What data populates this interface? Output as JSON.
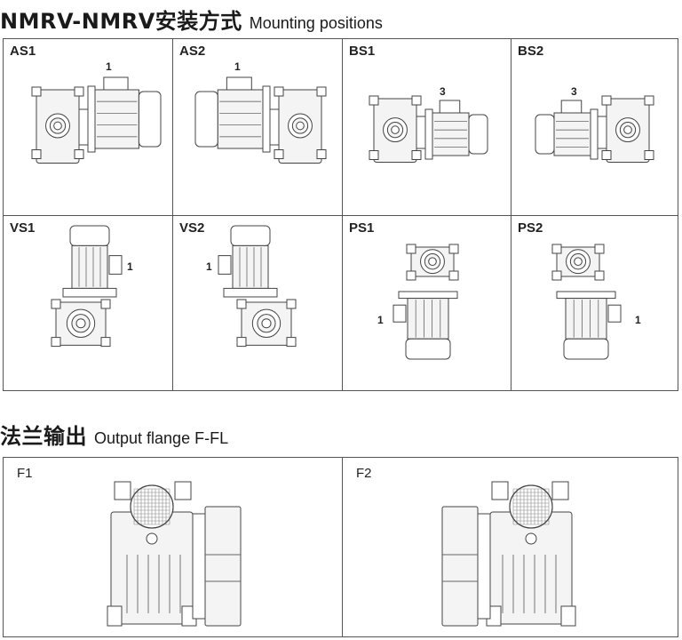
{
  "header": {
    "title_cn": "NMRV-NMRV安装方式",
    "title_en": "Mounting positions"
  },
  "mounting": [
    {
      "label": "AS1",
      "number": "1"
    },
    {
      "label": "AS2",
      "number": "1"
    },
    {
      "label": "BS1",
      "number": "3"
    },
    {
      "label": "BS2",
      "number": "3"
    },
    {
      "label": "VS1",
      "number": "1"
    },
    {
      "label": "VS2",
      "number": "1"
    },
    {
      "label": "PS1",
      "number": "1"
    },
    {
      "label": "PS2",
      "number": "1"
    }
  ],
  "flange_section": {
    "title_cn": "法兰输出",
    "title_en": "Output flange F-FL"
  },
  "flanges": [
    {
      "label": "F1"
    },
    {
      "label": "F2"
    }
  ]
}
